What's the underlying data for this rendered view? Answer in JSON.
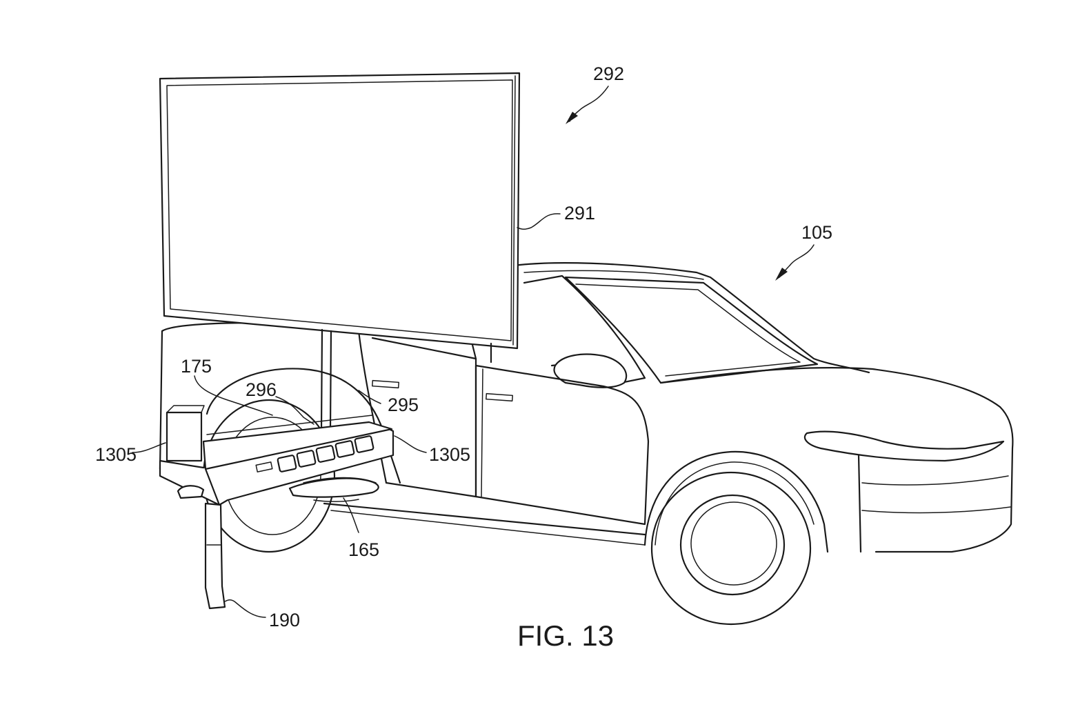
{
  "figure": {
    "caption": "FIG. 13",
    "reference_numerals": {
      "n292": "292",
      "n291": "291",
      "n105": "105",
      "n175": "175",
      "n296": "296",
      "n295": "295",
      "n1305_left": "1305",
      "n1305_right": "1305",
      "n165": "165",
      "n190": "190"
    }
  },
  "colors": {
    "line": "#1a1a1a",
    "background": "#ffffff"
  }
}
